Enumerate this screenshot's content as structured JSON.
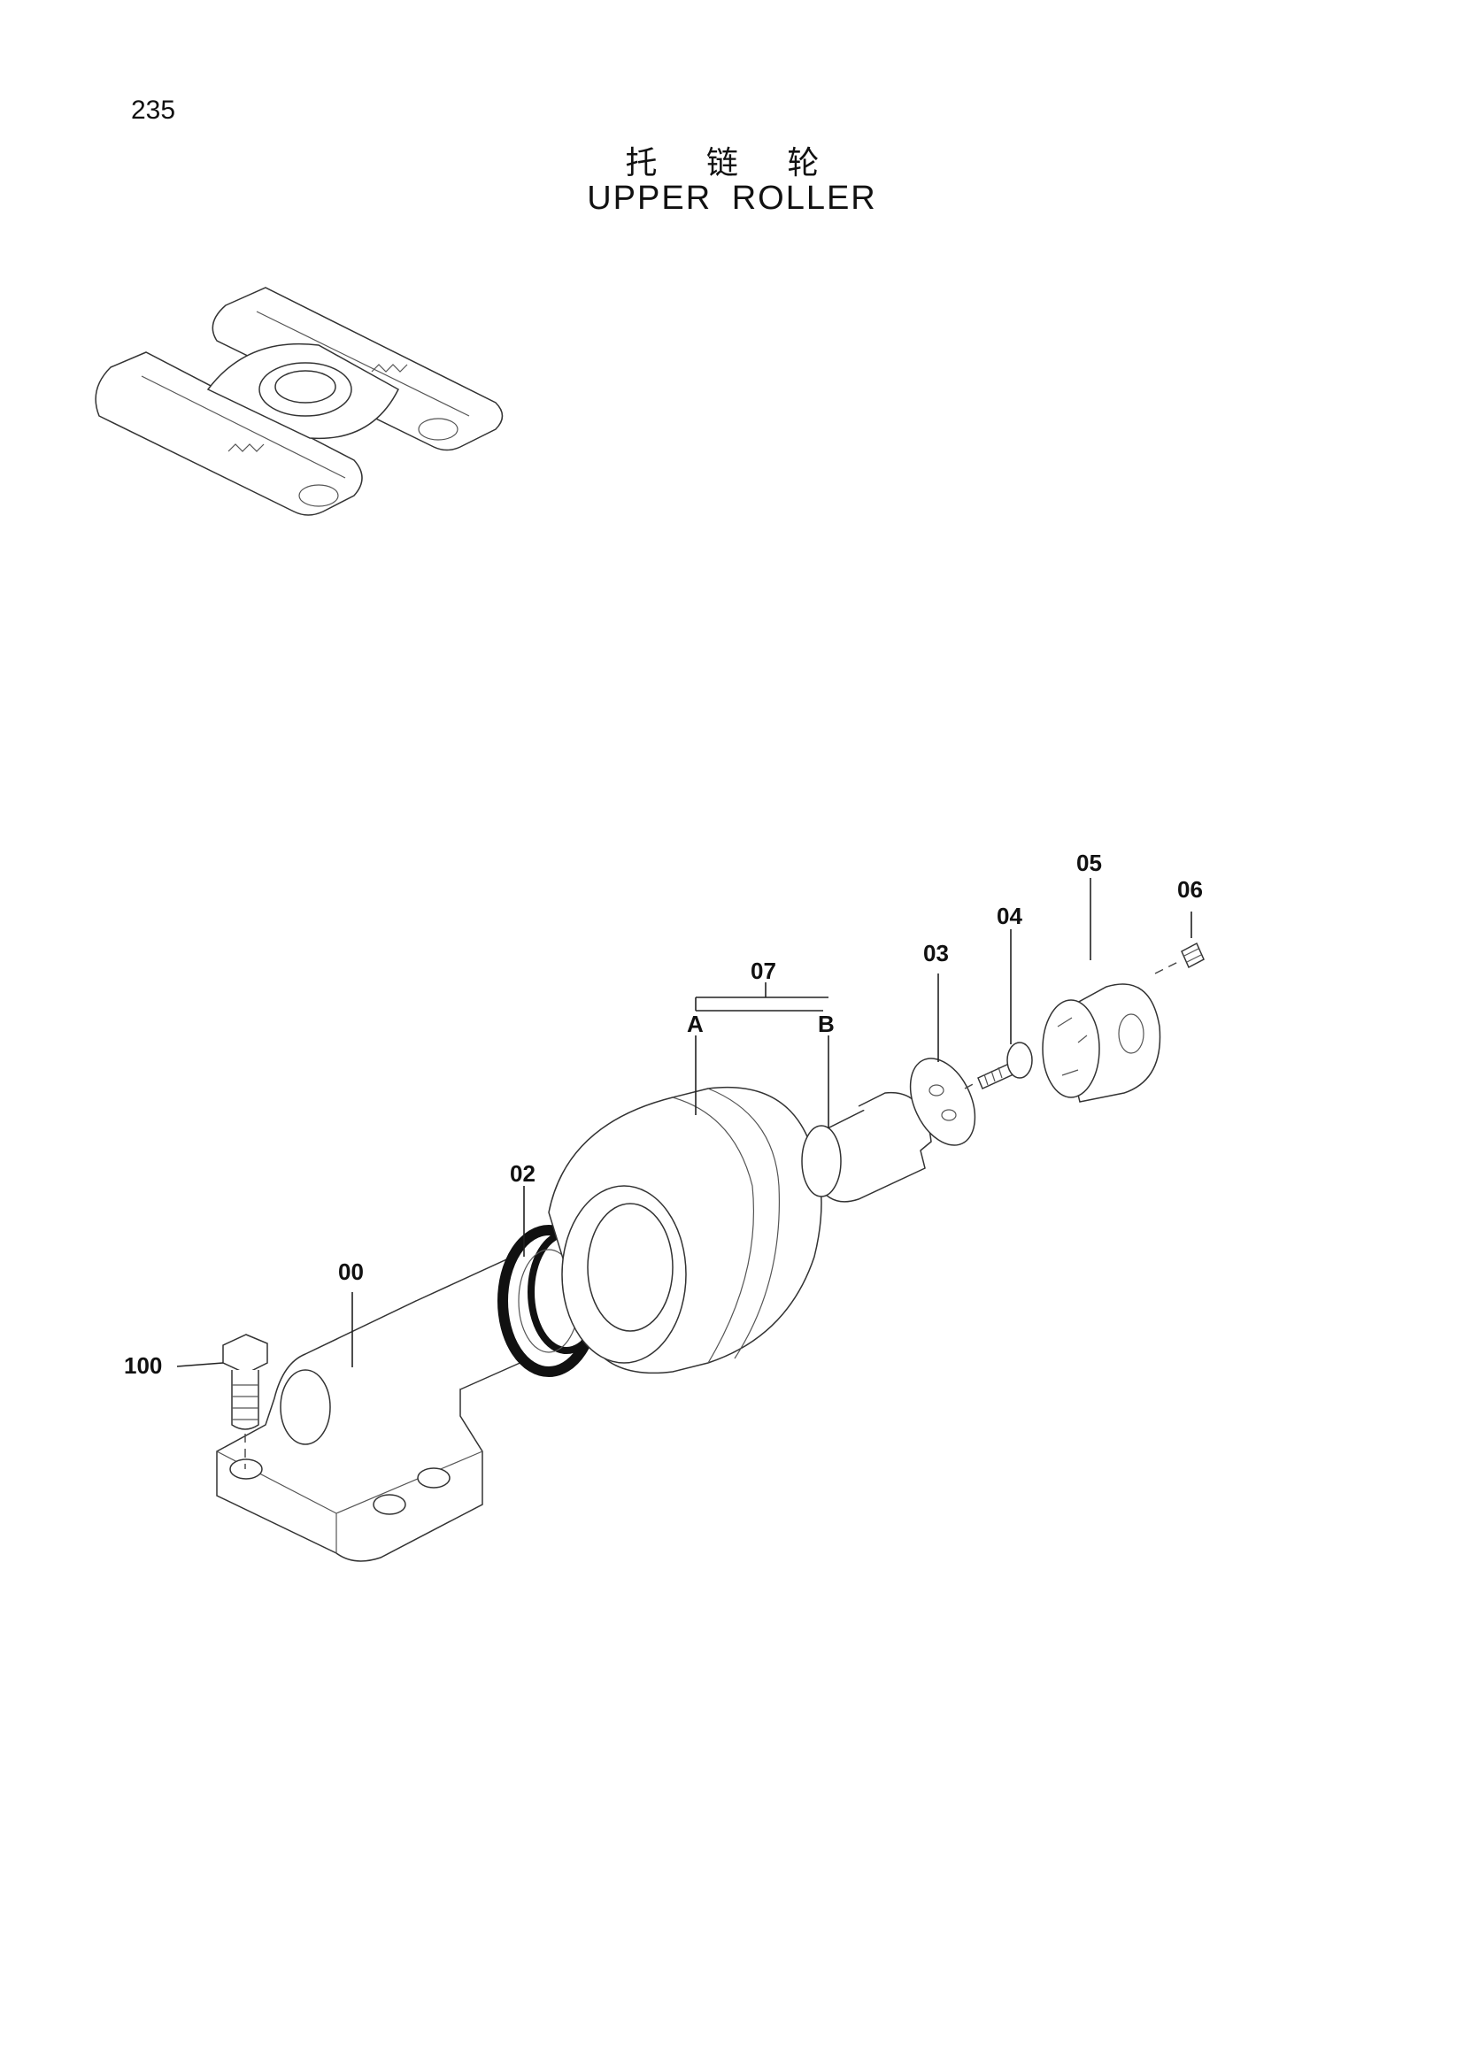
{
  "page_number": "235",
  "title_cn": "托 链 轮",
  "title_en": "UPPER ROLLER",
  "labels": {
    "p100": "100",
    "p00": "00",
    "p02": "02",
    "p07": "07",
    "pA": "A",
    "pB": "B",
    "p03": "03",
    "p04": "04",
    "p05": "05",
    "p06": "06"
  }
}
